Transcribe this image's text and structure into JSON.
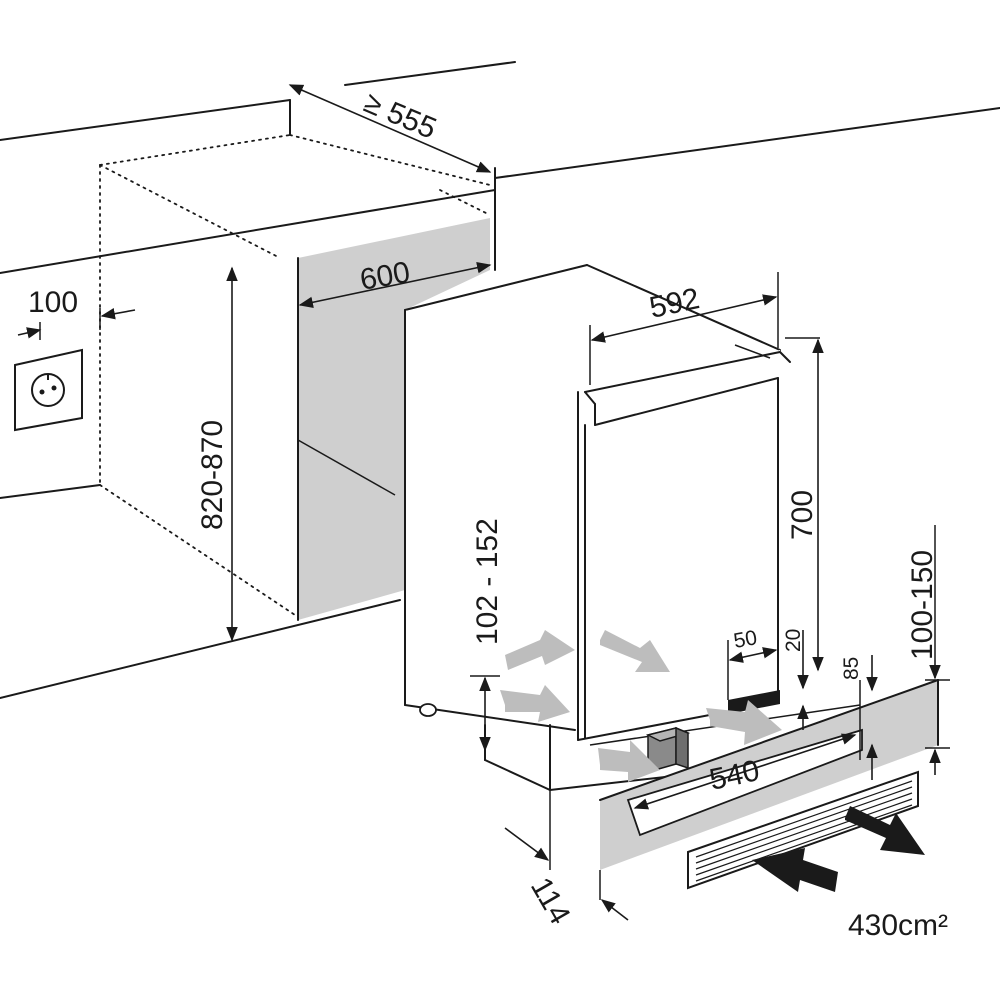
{
  "dimensions": {
    "cavity_depth_min": "≥ 555",
    "cavity_width": "600",
    "cavity_height": "820-870",
    "socket_offset": "100",
    "appliance_width": "592",
    "appliance_height": "700",
    "plinth_height_range": "102 - 152",
    "plinth_depth": "114",
    "toe_kick_width": "540",
    "vent_width": "50",
    "vent_height": "20",
    "plinth_offset": "85",
    "plinth_panel_height": "100-150",
    "ventilation_area": "430cm²"
  },
  "colors": {
    "line": "#1a1a1a",
    "recess_gray": "#cfcfcf",
    "airflow_gray": "#bdbdbd"
  },
  "icons": [
    "power-socket-icon",
    "airflow-arrow-icon",
    "exhaust-arrow-icon",
    "intake-arrow-icon"
  ]
}
